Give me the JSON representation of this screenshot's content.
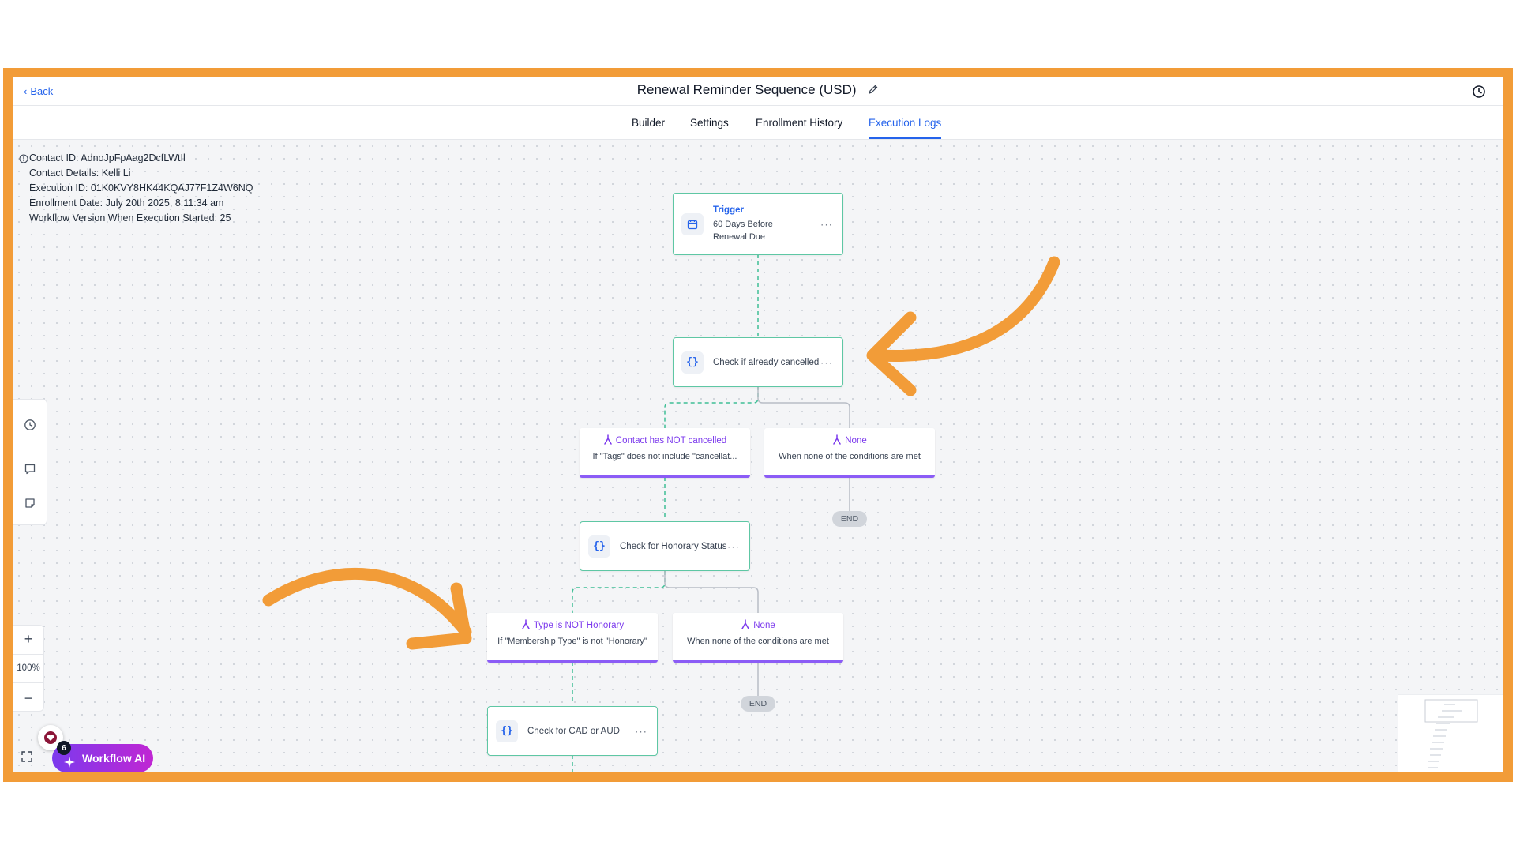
{
  "header": {
    "back_label": "Back",
    "title": "Renewal Reminder Sequence (USD)"
  },
  "tabs": [
    {
      "label": "Builder"
    },
    {
      "label": "Settings"
    },
    {
      "label": "Enrollment History"
    },
    {
      "label": "Execution Logs",
      "active": true
    }
  ],
  "info": {
    "contact_id": "Contact ID: AdnoJpFpAag2DcfLWtIl",
    "contact_details": "Contact Details: Kelli Li",
    "execution_id": "Execution ID: 01K0KVY8HK44KQAJ77F1Z4W6NQ",
    "enrollment_date": "Enrollment Date: July 20th 2025, 8:11:34 am",
    "workflow_version": "Workflow Version When Execution Started: 25"
  },
  "flow": {
    "trigger": {
      "title": "Trigger",
      "subtitle": "60 Days Before Renewal Due",
      "icon": "calendar-icon"
    },
    "check_cancelled": {
      "label": "Check if already cancelled",
      "icon": "braces-icon"
    },
    "branch_not_cancelled": {
      "title": "Contact has NOT cancelled",
      "subtitle": "If \"Tags\" does not include \"cancellat..."
    },
    "branch_none_1": {
      "title": "None",
      "subtitle": "When none of the conditions are met"
    },
    "end_1": "END",
    "check_honorary": {
      "label": "Check for Honorary Status",
      "icon": "braces-icon"
    },
    "branch_not_honorary": {
      "title": "Type is NOT Honorary",
      "subtitle": "If \"Membership Type\" is not \"Honorary\""
    },
    "branch_none_2": {
      "title": "None",
      "subtitle": "When none of the conditions are met"
    },
    "end_2": "END",
    "check_cad_aud": {
      "label": "Check for CAD or AUD",
      "icon": "braces-icon"
    },
    "menu_glyph": "···",
    "braces_glyph": "{}"
  },
  "zoom": {
    "plus": "+",
    "level": "100%",
    "minus": "−"
  },
  "ai": {
    "label": "Workflow AI",
    "badge_count": "6"
  },
  "colors": {
    "accent_blue": "#2563eb",
    "node_border_green": "#5ec7a4",
    "branch_purple": "#8b5cf6",
    "annotation_orange": "#f29c38"
  }
}
